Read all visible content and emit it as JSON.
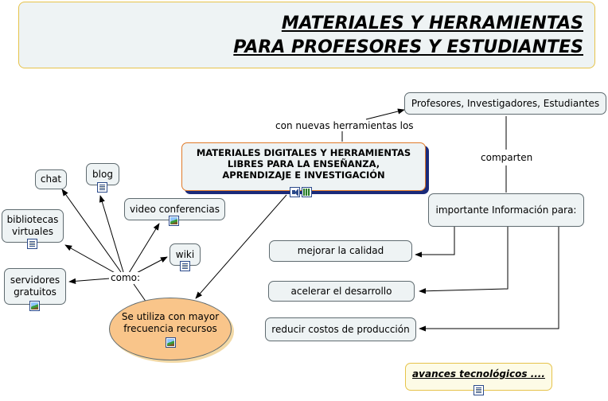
{
  "title": {
    "line1": "MATERIALES Y HERRAMIENTAS",
    "line2": " PARA PROFESORES Y ESTUDIANTES"
  },
  "nodes": {
    "central_line1": "MATERIALES DIGITALES Y HERRAMIENTAS",
    "central_line2": "LIBRES PARA LA ENSEÑANZA,",
    "central_line3": "APRENDIZAJE E INVESTIGACIÓN",
    "profesores": "Profesores, Investigadores, Estudiantes",
    "importante": "importante Información para:",
    "mejorar": "mejorar la calidad",
    "acelerar": "acelerar el desarrollo",
    "reducir": "reducir costos de producción",
    "avances": "avances tecnológicos ....",
    "recursos_line1": "Se utiliza con mayor",
    "recursos_line2": "frecuencia recursos",
    "chat": "chat",
    "blog": "blog",
    "video": "video conferencias",
    "bibliotecas_line1": "bibliotecas",
    "bibliotecas_line2": "virtuales",
    "wiki": "wiki",
    "servidores_line1": "servidores",
    "servidores_line2": "gratuitos"
  },
  "links": {
    "nuevas": "con nuevas herramientas los",
    "comparten": "comparten",
    "como": "como:"
  },
  "colors": {
    "title_border": "#e6c34a",
    "central_border": "#e07a2a",
    "recursos_fill": "#f9c58a",
    "avances_border": "#e6c34a",
    "node_fill": "#eef3f4"
  },
  "icons": [
    "audio-icon",
    "film-icon",
    "document-icon",
    "image-icon"
  ]
}
